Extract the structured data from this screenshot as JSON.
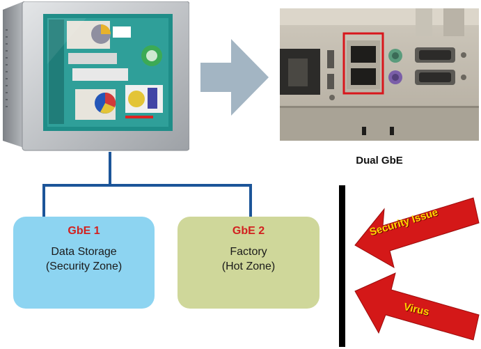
{
  "caption": "Dual GbE",
  "zones": [
    {
      "tag": "GbE 1",
      "line1": "Data Storage",
      "line2": "(Security Zone)"
    },
    {
      "tag": "GbE 2",
      "line1": "Factory",
      "line2": "(Hot Zone)"
    }
  ],
  "threats": {
    "security": "Security Issue",
    "virus": "Virus"
  },
  "colors": {
    "connector": "#1c5599",
    "storage_zone": "#8dd4f1",
    "factory_zone": "#cfd79a",
    "tag_red": "#d2201f",
    "threat_arrow": "#d41818",
    "threat_text": "#ffd500"
  }
}
